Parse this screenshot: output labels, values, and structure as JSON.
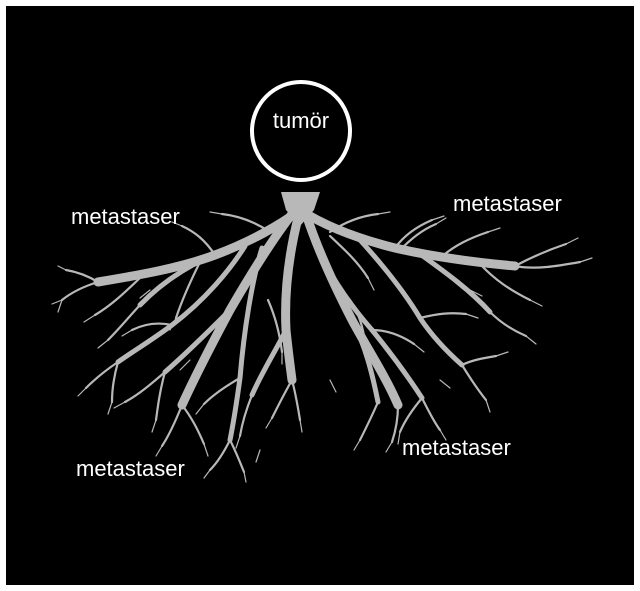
{
  "diagram": {
    "center_label": "tumör",
    "branch_labels": {
      "top_left": "metastaser",
      "top_right": "metastaser",
      "bottom_left": "metastaser",
      "bottom_right": "metastaser"
    }
  },
  "colors": {
    "background": "#000000",
    "frame": "#ffffff",
    "roots": "#b8b8b8",
    "text": "#ffffff",
    "circle": "#ffffff"
  }
}
